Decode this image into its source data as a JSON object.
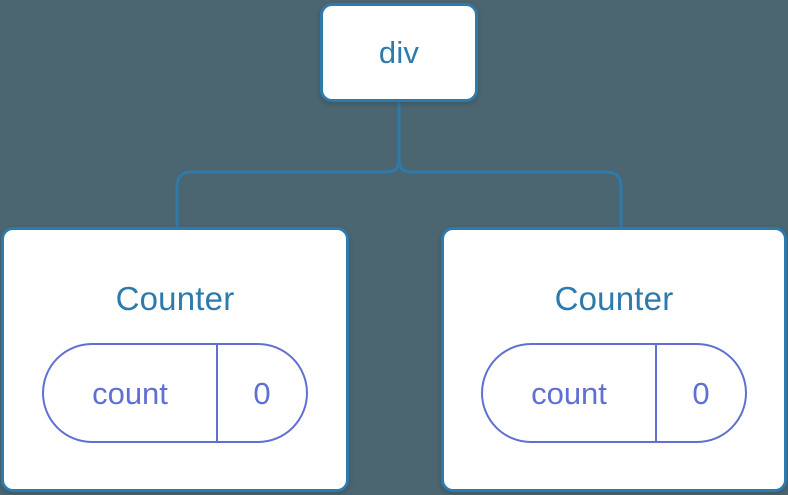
{
  "diagram": {
    "type": "component-tree",
    "background_color": "#4b6571",
    "node_border_color": "#2e7aab",
    "node_text_color": "#2e7aab",
    "state_color": "#606fd4",
    "connector_color": "#2e7aab",
    "root": {
      "label": "div"
    },
    "children": [
      {
        "title": "Counter",
        "state": {
          "key": "count",
          "value": "0"
        }
      },
      {
        "title": "Counter",
        "state": {
          "key": "count",
          "value": "0"
        }
      }
    ]
  }
}
